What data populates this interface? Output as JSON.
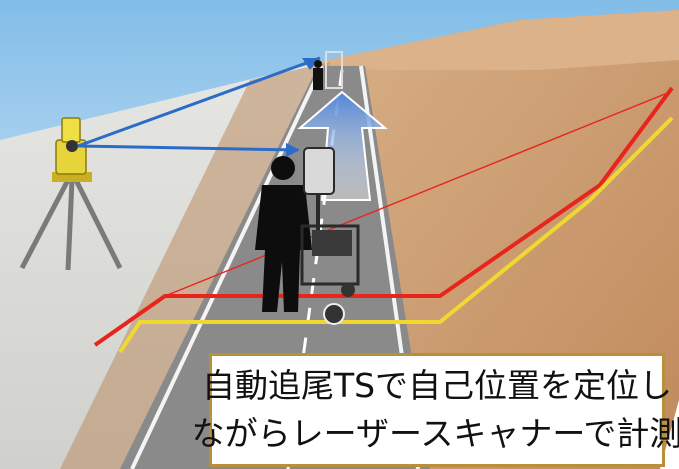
{
  "caption": {
    "line1": "自動追尾TSで自己位置を定位し",
    "line2": "ながらレーザースキャナーで計測"
  },
  "colors": {
    "sky": "#8fc3e6",
    "embankment": "#c99a6b",
    "road": "#8c8c8c",
    "red_line": "#e8241c",
    "yellow_line": "#f0d830",
    "tracking_arrow": "#2b6cc8",
    "caption_border": "#b8903a"
  },
  "icons": {
    "instrument": "total-station-icon",
    "operator": "operator-silhouette",
    "scanner": "laser-scanner-cart-icon",
    "direction": "forward-arrow-icon"
  }
}
